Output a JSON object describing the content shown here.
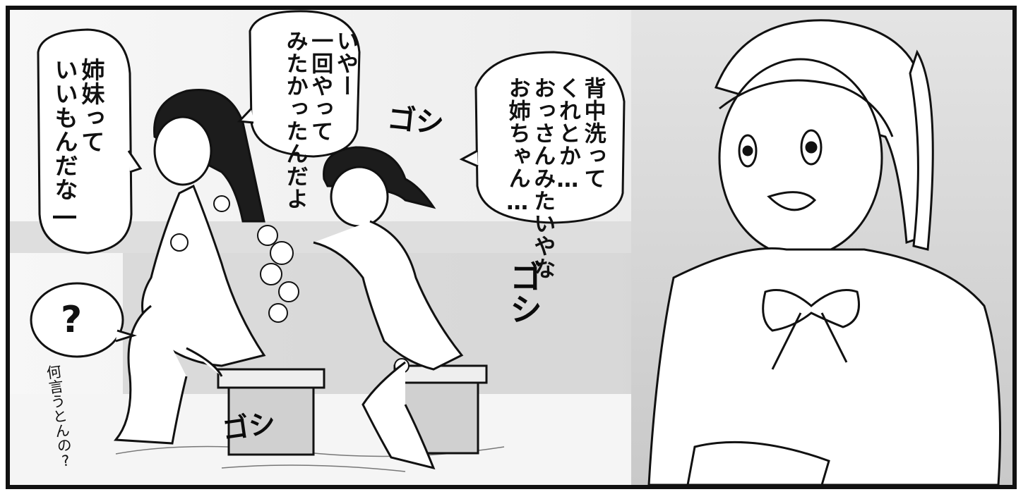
{
  "panel": {
    "speech_left": "姉妹って\nいいもんだな―",
    "speech_middle": "いやー\n一回やって\nみたかったんだよ",
    "speech_right": "背中洗って\nくれとか…\nおっさんみたいやな\nお姉ちゃん…",
    "question": "?",
    "side_note": "何言うとんの?",
    "sfx_top": "ゴシ",
    "sfx_right": "ゴシ",
    "sfx_bottom": "ゴシ"
  },
  "colors": {
    "ink": "#111111",
    "paper": "#ffffff",
    "tone": "#d8d8d8"
  }
}
